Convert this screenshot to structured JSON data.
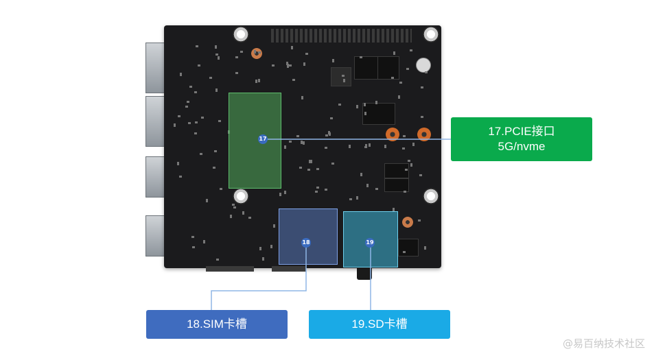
{
  "callouts": {
    "pcie": {
      "number": "17",
      "line1": "17.PCIE接口",
      "line2": "5G/nvme",
      "color": "#0aaa4c"
    },
    "sim": {
      "number": "18",
      "label": "18.SIM卡槽",
      "color": "#3f6cbf"
    },
    "sd": {
      "number": "19",
      "label": "19.SD卡槽",
      "color": "#1aaae6"
    }
  },
  "watermark": "@易百纳技术社区"
}
